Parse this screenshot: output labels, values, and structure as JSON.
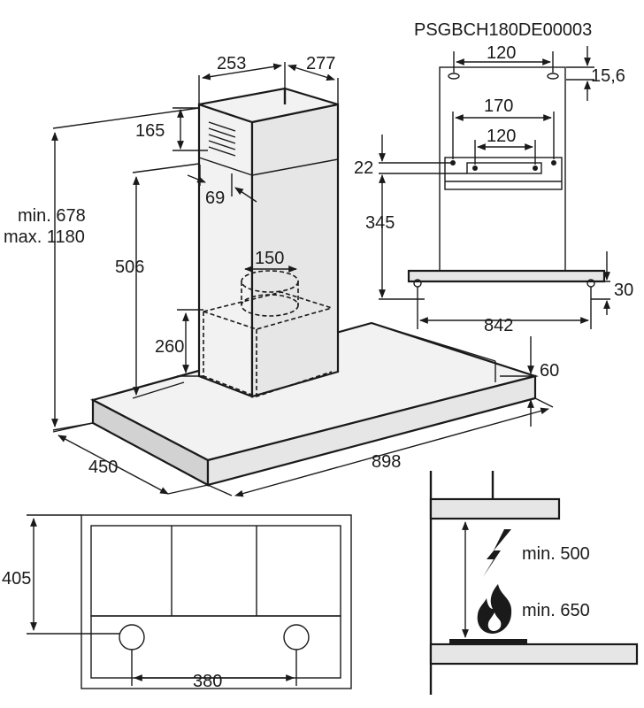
{
  "model_code": "PSGBCH180DE00003",
  "dimensions": {
    "chimney_width": "253",
    "chimney_depth": "277",
    "vent_height": "165",
    "vent_offset": "69",
    "height_range_min": "min. 678",
    "height_range_max": "max. 1180",
    "chimney_height": "506",
    "outlet_diameter": "150",
    "filter_box_height": "260",
    "hood_depth": "450",
    "hood_width": "898",
    "hood_thickness": "60",
    "top_bracket_spacing": "120",
    "top_bracket_offset": "15,6",
    "mid_bracket_outer": "170",
    "mid_bracket_inner": "120",
    "mid_bracket_height": "22",
    "bracket_to_mount": "345",
    "mount_offset": "30",
    "mount_spacing": "842",
    "plan_depth": "405",
    "plan_light_spacing": "380",
    "min_electric": "min. 500",
    "min_gas": "min. 650"
  },
  "icons": [
    "lightning-icon",
    "flame-icon"
  ],
  "colors": {
    "line": "#1a1a1a",
    "panel": "#e6e6e6"
  }
}
